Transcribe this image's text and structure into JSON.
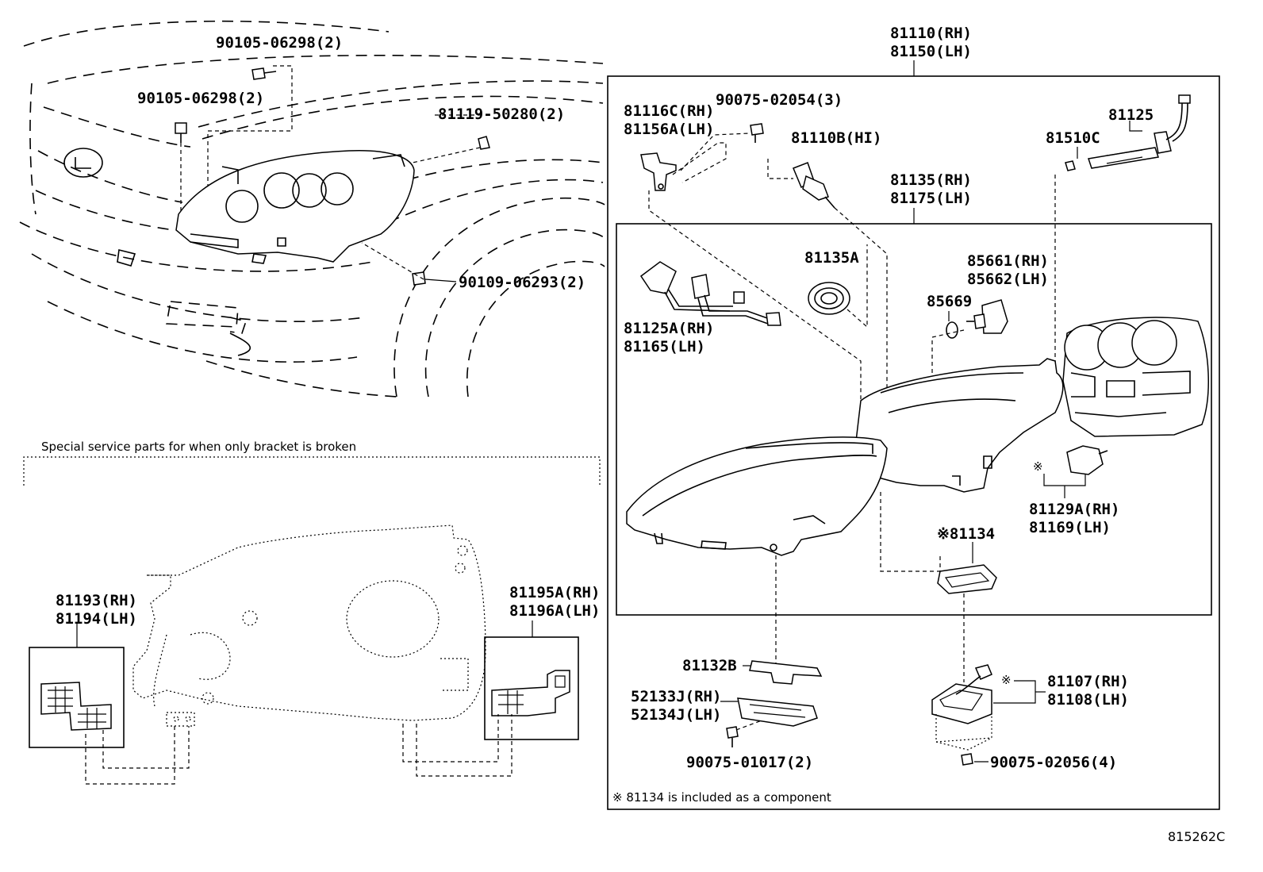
{
  "labels": {
    "assy_rh": "81110(RH)",
    "assy_lh": "81150(LH)",
    "screw_a": "90105-06298(2)",
    "screw_b": "90105-06298(2)",
    "clip": "81119-50280(2)",
    "bolt_lower": "90109-06293(2)",
    "bracket_rh": "81116C(RH)",
    "bracket_lh": "81156A(LH)",
    "screw_bracket": "90075-02054(3)",
    "bulb_hi": "81110B(HI)",
    "socket_wire": "81125",
    "bulb_small": "81510C",
    "unit_rh": "81135(RH)",
    "unit_lh": "81175(LH)",
    "cap": "81135A",
    "wire_rh": "81125A(RH)",
    "wire_lh": "81165(LH)",
    "actuator_rh": "85661(RH)",
    "actuator_lh": "85662(LH)",
    "oring": "85669",
    "igniter_rh": "81129A(RH)",
    "igniter_lh": "81169(LH)",
    "gasket": "※81134",
    "plate": "81132B",
    "support_rh": "52133J(RH)",
    "support_lh": "52134J(LH)",
    "screw_support": "90075-01017(2)",
    "computer_rh": "81107(RH)",
    "computer_lh": "81108(LH)",
    "screw_computer": "90075-02056(4)",
    "bkt_kit_rh": "81193(RH)",
    "bkt_kit_lh": "81194(LH)",
    "bkt_kit2_rh": "81195A(RH)",
    "bkt_kit2_lh": "81196A(LH)",
    "mark": "※",
    "mark2": "※"
  },
  "notes": {
    "special_service": "Special service parts for when only bracket is broken",
    "footnote": "※ 81134 is included as a component",
    "diagram_code": "815262C"
  }
}
